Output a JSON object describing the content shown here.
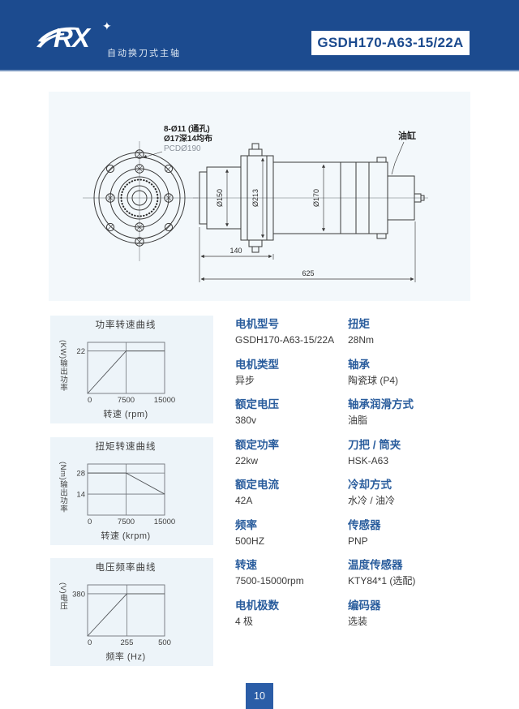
{
  "header": {
    "logo_text": "RX",
    "logo_star": "✦",
    "logo_tagline": "自动换刀式主轴",
    "model_badge": "GSDH170-A63-15/22A",
    "header_color": "#1c4b8f"
  },
  "drawing": {
    "annotation": [
      "8-Ø11 (通孔)",
      "Ø17深14均布",
      "PCDØ190"
    ],
    "dims": {
      "nose_diameter": "Ø150",
      "flange_diameter": "Ø213",
      "body_diameter": "Ø170",
      "front_length": "140",
      "total_length": "625"
    },
    "oil_cylinder_label": "油缸"
  },
  "chart_data": [
    {
      "type": "line",
      "title": "功率转速曲线",
      "xlabel": "转速 (rpm)",
      "ylabel": "(KW)输出功率",
      "xlim": [
        0,
        15000
      ],
      "ylim": [
        0,
        26.5
      ],
      "x_ticks": [
        0,
        7500,
        15000
      ],
      "y_ticks": [
        22
      ],
      "grid": true,
      "series": [
        {
          "points": [
            [
              0,
              0
            ],
            [
              7500,
              22
            ],
            [
              15000,
              22
            ]
          ]
        }
      ]
    },
    {
      "type": "line",
      "title": "扭矩转速曲线",
      "xlabel": "转速 (krpm)",
      "ylabel": "(Nm)输出功率",
      "xlim": [
        0,
        15000
      ],
      "ylim": [
        0,
        34
      ],
      "x_ticks": [
        0,
        7500,
        15000
      ],
      "y_ticks": [
        28,
        14
      ],
      "grid": true,
      "series": [
        {
          "points": [
            [
              0,
              28
            ],
            [
              7500,
              28
            ],
            [
              15000,
              14
            ]
          ]
        }
      ]
    },
    {
      "type": "line",
      "title": "电压频率曲线",
      "xlabel": "频率 (Hz)",
      "ylabel": "(V)电压",
      "xlim": [
        0,
        500
      ],
      "ylim": [
        0,
        460
      ],
      "x_ticks": [
        0,
        255,
        500
      ],
      "y_ticks": [
        380
      ],
      "grid": true,
      "series": [
        {
          "points": [
            [
              0,
              0
            ],
            [
              255,
              380
            ],
            [
              500,
              380
            ]
          ]
        }
      ]
    }
  ],
  "specs": {
    "left": [
      {
        "label": "电机型号",
        "value": "GSDH170-A63-15/22A"
      },
      {
        "label": "电机类型",
        "value": "异步"
      },
      {
        "label": "额定电压",
        "value": "380v"
      },
      {
        "label": "额定功率",
        "value": "22kw"
      },
      {
        "label": "额定电流",
        "value": "42A"
      },
      {
        "label": "频率",
        "value": "500HZ"
      },
      {
        "label": "转速",
        "value": "7500-15000rpm"
      },
      {
        "label": "电机极数",
        "value": "4 极"
      }
    ],
    "right": [
      {
        "label": "扭矩",
        "value": "28Nm"
      },
      {
        "label": "轴承",
        "value": "陶瓷球 (P4)"
      },
      {
        "label": "轴承润滑方式",
        "value": "油脂"
      },
      {
        "label": "刀把 / 筒夹",
        "value": "HSK-A63"
      },
      {
        "label": "冷却方式",
        "value": "水冷 / 油冷"
      },
      {
        "label": "传感器",
        "value": "PNP"
      },
      {
        "label": "温度传感器",
        "value": "KTY84*1 (选配)"
      },
      {
        "label": "编码器",
        "value": "选装"
      }
    ]
  },
  "footer": {
    "page_number": "10"
  }
}
